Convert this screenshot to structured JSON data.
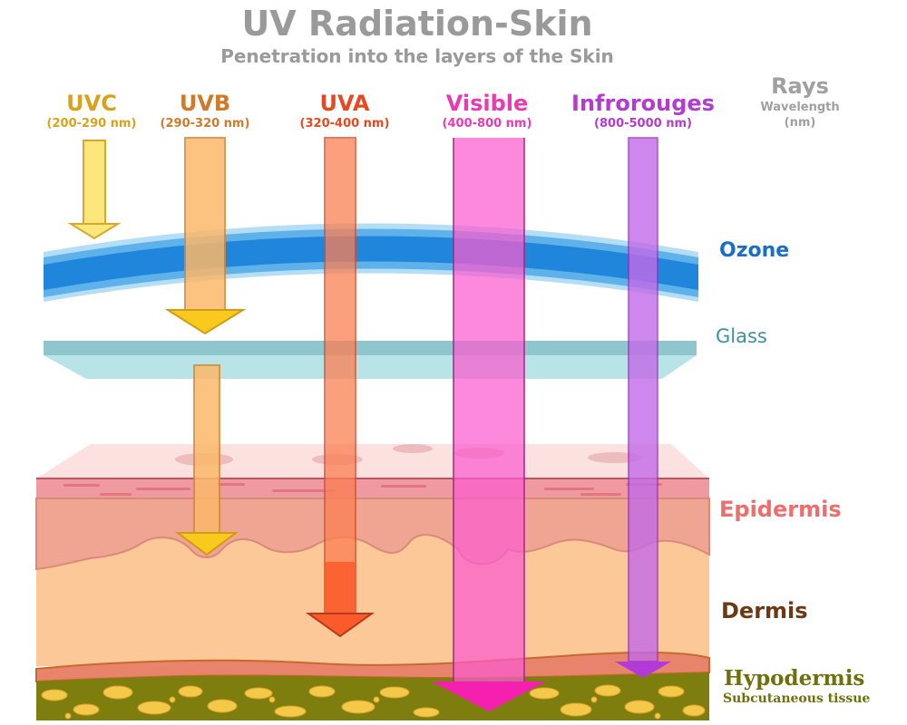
{
  "title": "UV Radiation-Skin",
  "subtitle": "Penetration into the layers of the Skin",
  "rays_legend": {
    "title": "Rays",
    "line1": "Wavelength",
    "line2": "(nm)"
  },
  "rays": [
    {
      "name": "UVC",
      "wavelength": "(200-290 nm)",
      "color": "#d9a21b",
      "penetration": "stopped by ozone"
    },
    {
      "name": "UVB",
      "wavelength": "(290-320 nm)",
      "color": "#d07a2a",
      "penetration": "epidermis"
    },
    {
      "name": "UVA",
      "wavelength": "(320-400 nm)",
      "color": "#e8481f",
      "penetration": "dermis"
    },
    {
      "name": "Visible",
      "wavelength": "(400-800 nm)",
      "color": "#e83ab3",
      "penetration": "hypodermis"
    },
    {
      "name": "Infrorouges",
      "wavelength": "(800-5000 nm)",
      "color": "#b53ad0",
      "penetration": "hypodermis boundary"
    }
  ],
  "layers": [
    {
      "name": "Ozone",
      "color": "#1a6fc4"
    },
    {
      "name": "Glass",
      "color": "#3f8fa0"
    },
    {
      "name": "Epidermis",
      "color": "#ee6d6d"
    },
    {
      "name": "Dermis",
      "color": "#6b3a12"
    },
    {
      "name": "Hypodermis",
      "color": "#6f6f0c"
    },
    {
      "name": "Subcutaneous tissue",
      "color": "#6f6f0c"
    }
  ]
}
